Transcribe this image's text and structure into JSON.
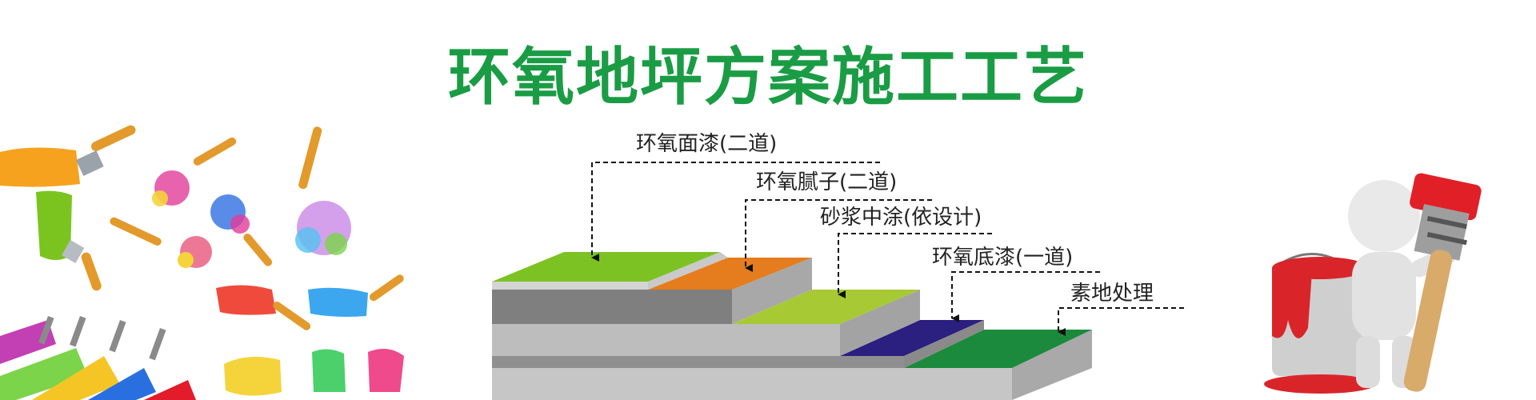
{
  "title": "环氧地坪方案施工工艺",
  "colors": {
    "title": "#1a9c45",
    "layer_top": "#7dc223",
    "layer_putty": "#e57c1d",
    "layer_mortar": "#a7c933",
    "layer_primer": "#2b1f80",
    "layer_base": "#1c8a3c",
    "side_gray": "#8a8a8a",
    "front_gray": "#bfbfbf"
  },
  "diagram": {
    "layers": [
      {
        "label": "环氧面漆(二道)"
      },
      {
        "label": "环氧腻子(二道)"
      },
      {
        "label": "砂浆中涂(依设计)"
      },
      {
        "label": "环氧底漆(一道)"
      },
      {
        "label": "素地处理"
      }
    ]
  },
  "decor": {
    "left": "paint-brushes-splashes",
    "right": "figure-with-paint-can-and-brush"
  }
}
